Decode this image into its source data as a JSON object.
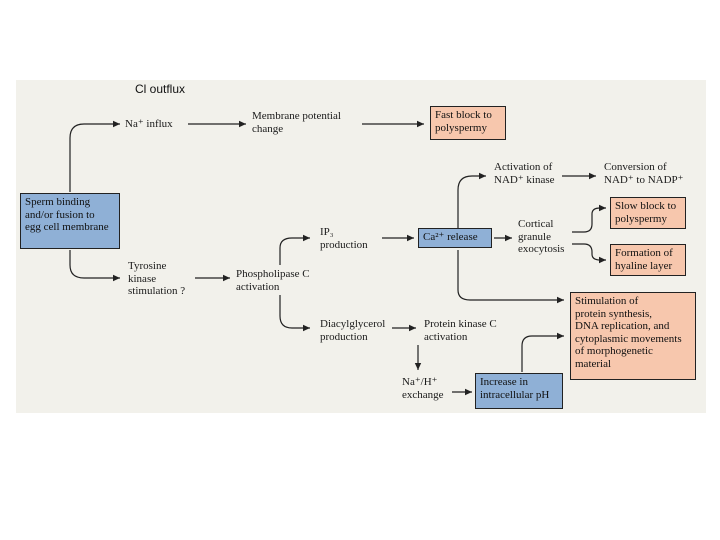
{
  "caption": "Cl outflux",
  "nodes": {
    "sperm": "Sperm binding\nand/or fusion to\negg cell membrane",
    "na_influx": "Na⁺ influx",
    "membrane_potential": "Membrane potential\nchange",
    "fast_block": "Fast block to\npolyspermy",
    "tyrosine": "Tyrosine\nkinase\nstimulation ?",
    "plc": "Phospholipase C\nactivation",
    "ip3": "IP₃\nproduction",
    "ca_release": "Ca²⁺ release",
    "nad_kinase": "Activation of\nNAD⁺ kinase",
    "nadp": "Conversion of\nNAD⁺ to NADP⁺",
    "cortical": "Cortical\ngranule\nexocytosis",
    "slow_block": "Slow block to\npolyspermy",
    "hyaline": "Formation of\nhyaline layer",
    "dag": "Diacylglycerol\nproduction",
    "pkc": "Protein kinase C\nactivation",
    "stimulation": "Stimulation of\nprotein synthesis,\nDNA replication, and\ncytoplasmic movements\nof morphogenetic\nmaterial",
    "na_h": "Na⁺/H⁺\nexchange",
    "ph": "Increase in\nintracellular pH"
  },
  "colors": {
    "signal_box": "#8fb0d6",
    "outcome_box": "#f7c7ad",
    "background": "#f2f1eb"
  }
}
